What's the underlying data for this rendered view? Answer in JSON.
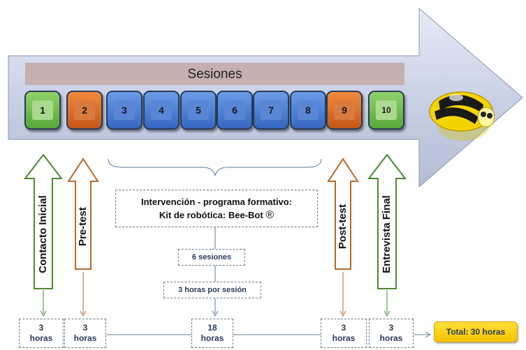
{
  "arrow": {
    "title": "Sesiones"
  },
  "sessions": [
    {
      "label": "1",
      "color": "green"
    },
    {
      "label": "2",
      "color": "orange"
    },
    {
      "label": "3",
      "color": "blue"
    },
    {
      "label": "4",
      "color": "blue"
    },
    {
      "label": "5",
      "color": "blue"
    },
    {
      "label": "6",
      "color": "blue"
    },
    {
      "label": "7",
      "color": "blue"
    },
    {
      "label": "8",
      "color": "blue"
    },
    {
      "label": "9",
      "color": "orange"
    },
    {
      "label": "10",
      "color": "green"
    }
  ],
  "phases": {
    "contacto": "Contacto Inicial",
    "pretest": "Pre-test",
    "posttest": "Post-test",
    "entrevista": "Entrevista Final"
  },
  "intervention": {
    "line1": "Intervención - programa formativo:",
    "line2": "Kit de robótica: Bee-Bot",
    "registered": "®",
    "sessions_count": "6 sesiones",
    "hours_per_session": "3 horas por sesión"
  },
  "hours": {
    "contacto": {
      "num": "3",
      "unit": "horas"
    },
    "pretest": {
      "num": "3",
      "unit": "horas"
    },
    "intervention": {
      "num": "18",
      "unit": "horas"
    },
    "posttest": {
      "num": "3",
      "unit": "horas"
    },
    "entrevista": {
      "num": "3",
      "unit": "horas"
    }
  },
  "total": "Total: 30 horas",
  "colors": {
    "green": "#5aa83c",
    "orange": "#d4621f",
    "blue": "#4a7fd4",
    "arrow_fill": "#c9d1e6",
    "header_bar": "#c4b0b0",
    "total_fill": "#ffd21a"
  }
}
